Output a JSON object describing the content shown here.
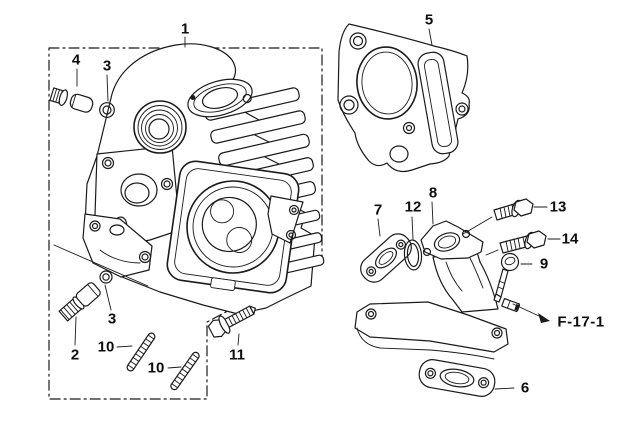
{
  "diagram": {
    "type": "exploded-parts-diagram",
    "colors": {
      "background": "#ffffff",
      "line": "#1a1a1a",
      "label": "#0d0d0d"
    },
    "callouts": [
      {
        "id": "part-1",
        "label": "1"
      },
      {
        "id": "part-4",
        "label": "4"
      },
      {
        "id": "part-3-top",
        "label": "3"
      },
      {
        "id": "part-5",
        "label": "5"
      },
      {
        "id": "part-7",
        "label": "7"
      },
      {
        "id": "part-12",
        "label": "12"
      },
      {
        "id": "part-8",
        "label": "8"
      },
      {
        "id": "part-13",
        "label": "13"
      },
      {
        "id": "part-14",
        "label": "14"
      },
      {
        "id": "part-9",
        "label": "9"
      },
      {
        "id": "cross-ref",
        "label": "F-17-1"
      },
      {
        "id": "part-6",
        "label": "6"
      },
      {
        "id": "part-2",
        "label": "2"
      },
      {
        "id": "part-3-bottom",
        "label": "3"
      },
      {
        "id": "part-10-left",
        "label": "10"
      },
      {
        "id": "part-10-right",
        "label": "10"
      },
      {
        "id": "part-11",
        "label": "11"
      }
    ]
  }
}
